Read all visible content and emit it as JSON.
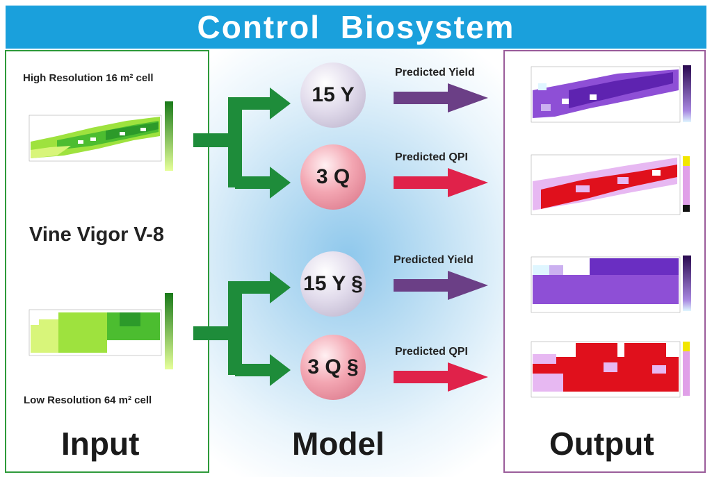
{
  "title": "Control  Biosystem",
  "input": {
    "high_res": "High Resolution 16 m² cell",
    "center_label": "Vine Vigor V-8",
    "low_res": "Low Resolution 64 m² cell",
    "footer": "Input"
  },
  "model": {
    "circles": [
      "15 Y",
      "3 Q",
      "15 Y §",
      "3 Q §"
    ],
    "footer": "Model"
  },
  "predictions": [
    "Predicted Yield",
    "Predicted QPI",
    "Predicted Yield",
    "Predicted QPI"
  ],
  "output": {
    "footer": "Output"
  },
  "colors": {
    "title_bar": "#1aa0dc",
    "input_border": "#2e9a3a",
    "output_border": "#9a5c9a",
    "yield_arrow": "#6b3f86",
    "qpi_arrow": "#e0224a",
    "branch_arrow": "#1e8c3a"
  }
}
